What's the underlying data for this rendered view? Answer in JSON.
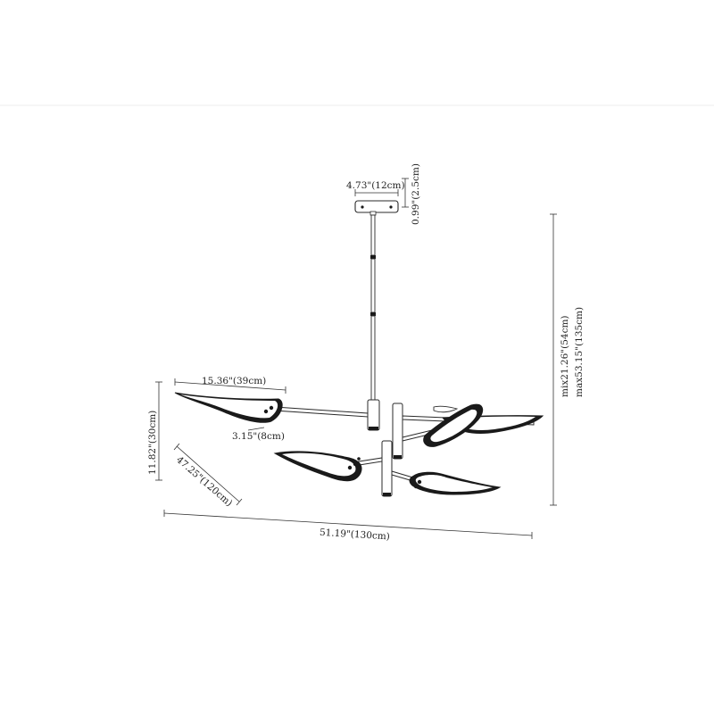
{
  "colors": {
    "ink": "#2a2a2a",
    "dimension_line": "#333333",
    "shade_dark": "#1a1a1a",
    "shade_light": "#ffffff",
    "background": "#ffffff"
  },
  "dimensions": {
    "canopy_width": "4.73\"(12cm)",
    "canopy_height": "0.99\"(2.5cm)",
    "height_min": "mix21.26\"(54cm)",
    "height_max": "max53.15\"(135cm)",
    "shade_length": "15.36\"(39cm)",
    "shade_depth": "11.82\"(30cm)",
    "shade_small": "3.15\"(8cm)",
    "diagonal_depth": "47.25\"(120cm)",
    "total_width": "51.19\"(130cm)"
  }
}
